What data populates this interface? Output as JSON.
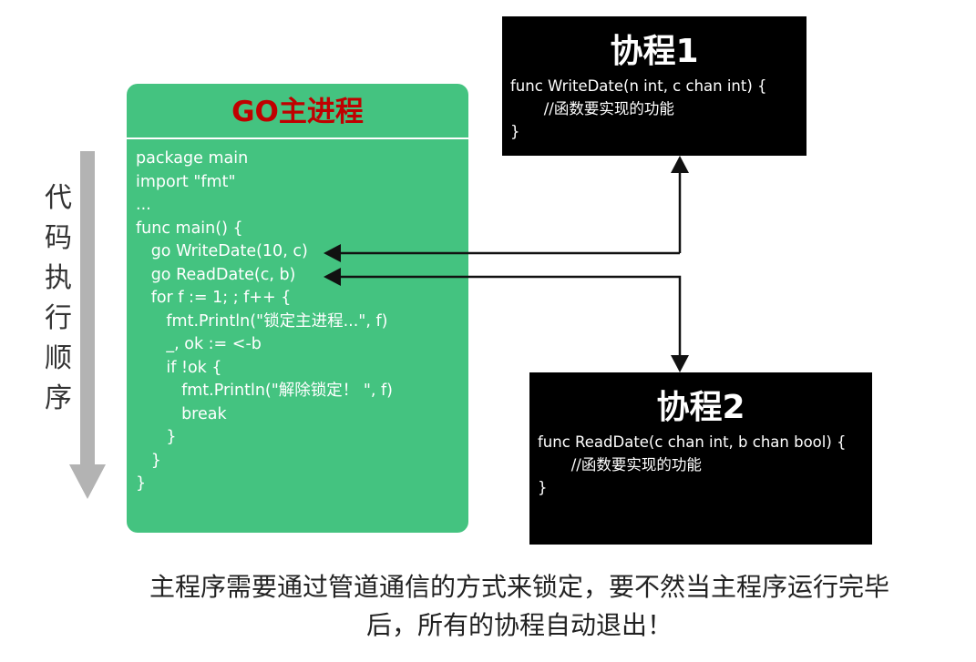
{
  "order_label": "代码执行顺序",
  "main_process": {
    "title": "GO主进程",
    "code": [
      "package main",
      "import \"fmt\"",
      "...",
      "func main() {",
      "   go WriteDate(10, c)",
      "   go ReadDate(c, b)",
      "   for f := 1; ; f++ {",
      "      fmt.Println(\"锁定主进程...\", f)",
      "      _, ok := <-b",
      "      if !ok {",
      "         fmt.Println(\"解除锁定！ \", f)",
      "         break",
      "      }",
      "   }",
      "}"
    ]
  },
  "goroutine1": {
    "title": "协程1",
    "code": [
      "func WriteDate(n int, c chan int) {",
      "       //函数要实现的功能",
      "}"
    ]
  },
  "goroutine2": {
    "title": "协程2",
    "code": [
      "func ReadDate(c chan int, b chan bool) {",
      "       //函数要实现的功能",
      "}"
    ]
  },
  "caption": {
    "line1": "主程序需要通过管道通信的方式来锁定，要不然当主程序运行完毕",
    "line2": "后，所有的协程自动退出！"
  }
}
